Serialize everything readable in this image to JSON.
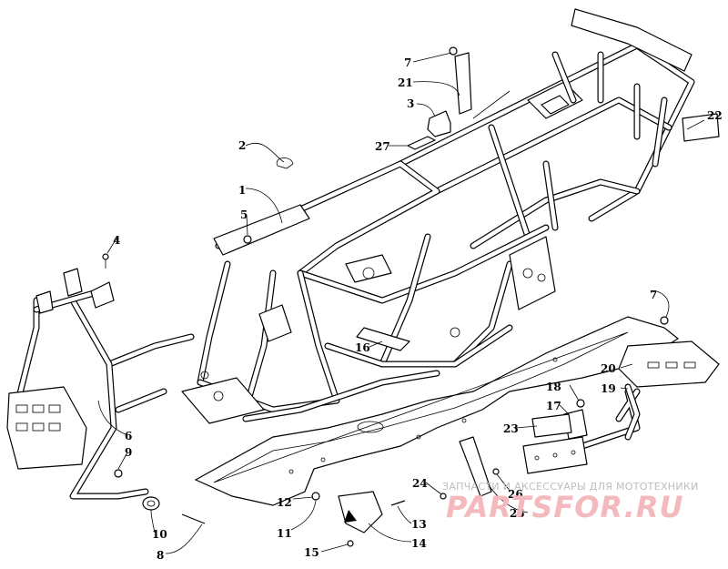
{
  "diagram": {
    "callouts": [
      {
        "id": "1",
        "label": "1"
      },
      {
        "id": "2",
        "label": "2"
      },
      {
        "id": "3",
        "label": "3"
      },
      {
        "id": "4",
        "label": "4"
      },
      {
        "id": "5",
        "label": "5"
      },
      {
        "id": "6",
        "label": "6"
      },
      {
        "id": "7a",
        "label": "7"
      },
      {
        "id": "7b",
        "label": "7"
      },
      {
        "id": "8",
        "label": "8"
      },
      {
        "id": "9",
        "label": "9"
      },
      {
        "id": "10",
        "label": "10"
      },
      {
        "id": "11",
        "label": "11"
      },
      {
        "id": "12",
        "label": "12"
      },
      {
        "id": "13",
        "label": "13"
      },
      {
        "id": "14",
        "label": "14"
      },
      {
        "id": "15",
        "label": "15"
      },
      {
        "id": "16",
        "label": "16"
      },
      {
        "id": "17",
        "label": "17"
      },
      {
        "id": "18",
        "label": "18"
      },
      {
        "id": "19",
        "label": "19"
      },
      {
        "id": "20",
        "label": "20"
      },
      {
        "id": "21",
        "label": "21"
      },
      {
        "id": "22",
        "label": "22"
      },
      {
        "id": "23",
        "label": "23"
      },
      {
        "id": "24",
        "label": "24"
      },
      {
        "id": "25",
        "label": "25"
      },
      {
        "id": "26",
        "label": "26"
      },
      {
        "id": "27",
        "label": "27"
      }
    ]
  },
  "watermark": {
    "text": "ЗАПЧАСТИ И АКСЕССУАРЫ ДЛЯ МОТОТЕХНИКИ",
    "logo": "PARTSFOR.RU",
    "logo_color": "#f3b9bd",
    "text_color": "#bdbdbd"
  }
}
